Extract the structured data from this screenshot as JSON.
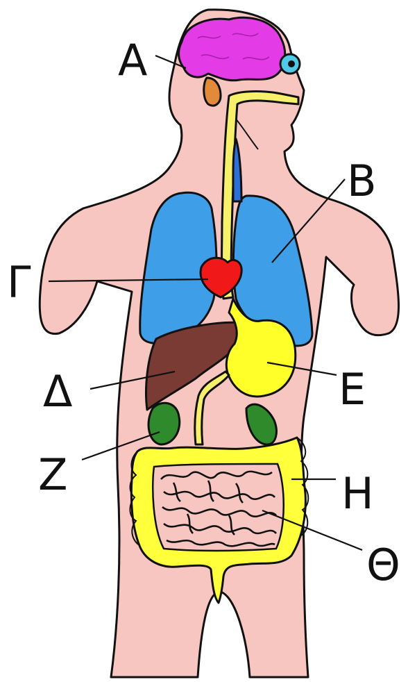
{
  "labels": {
    "A": "Α",
    "B": "Β",
    "G": "Γ",
    "D": "Δ",
    "E": "Ε",
    "Z": "Ζ",
    "H": "Η",
    "TH": "Θ"
  },
  "colors": {
    "skin": "#f7c6c0",
    "brain": "#e33be6",
    "eye": "#4fc9e6",
    "ear": "#e08a3a",
    "lungs": "#3f9ee8",
    "heart": "#f01818",
    "liver": "#7a3b34",
    "stomach": "#ffff2a",
    "kidney": "#2f8a2c",
    "intestine": "#ffff3c",
    "esophagus": "#f7f06a",
    "vein": "#2c6fd6",
    "outline": "#111111"
  }
}
